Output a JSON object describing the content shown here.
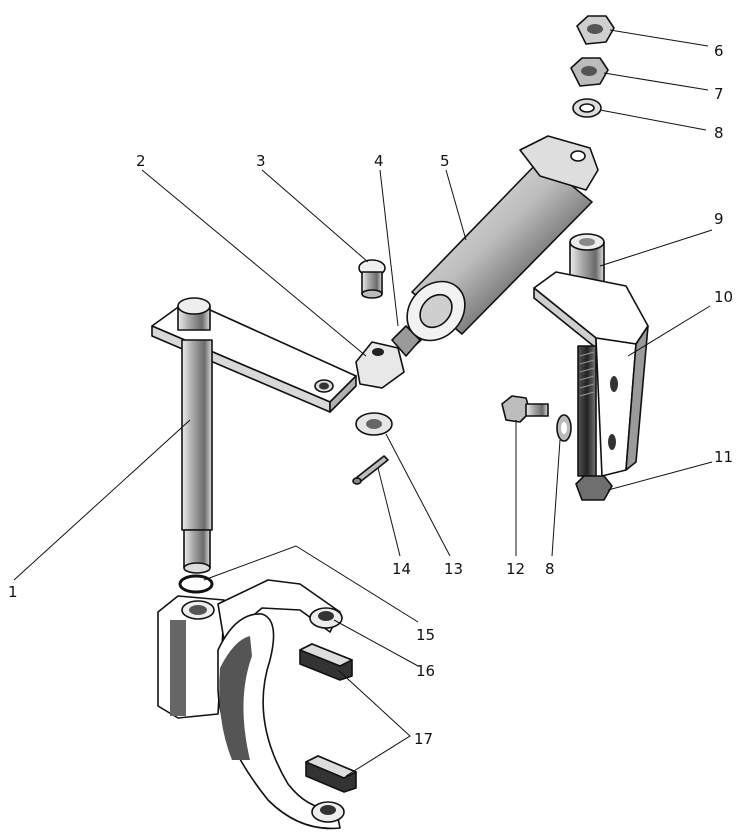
{
  "diagram": {
    "labels": [
      {
        "id": "1",
        "text": "1"
      },
      {
        "id": "2",
        "text": "2"
      },
      {
        "id": "3",
        "text": "3"
      },
      {
        "id": "4",
        "text": "4"
      },
      {
        "id": "5",
        "text": "5"
      },
      {
        "id": "6",
        "text": "6"
      },
      {
        "id": "7",
        "text": "7"
      },
      {
        "id": "8a",
        "text": "8"
      },
      {
        "id": "9",
        "text": "9"
      },
      {
        "id": "10",
        "text": "10"
      },
      {
        "id": "11",
        "text": "11"
      },
      {
        "id": "12",
        "text": "12"
      },
      {
        "id": "8b",
        "text": "8"
      },
      {
        "id": "13",
        "text": "13"
      },
      {
        "id": "14",
        "text": "14"
      },
      {
        "id": "15",
        "text": "15"
      },
      {
        "id": "16",
        "text": "16"
      },
      {
        "id": "17",
        "text": "17"
      }
    ]
  }
}
